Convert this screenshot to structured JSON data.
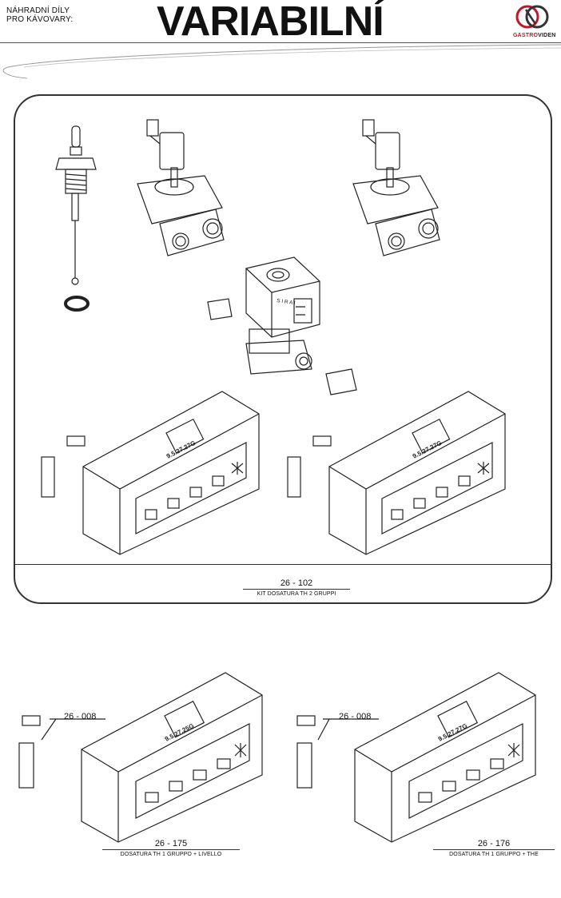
{
  "header": {
    "subtitle_line1": "NÁHRADNÍ DÍLY",
    "subtitle_line2": "PRO KÁVOVARY:",
    "title": "VARIABILNÍ",
    "logo_text_red": "GASTRO",
    "logo_text_dark": "VIDEN"
  },
  "kit": {
    "code": "26 - 102",
    "description": "KIT DOSATURA TH 2 GRUPPI",
    "valve_brand": "S I R A I",
    "board_label": "9.5.27.27G"
  },
  "single_units": [
    {
      "code": "26 - 175",
      "description": "DOSATURA TH 1 GRUPPO + LIVELLO",
      "connector_code": "26 - 008",
      "board_label": "9.5.27.25G"
    },
    {
      "code": "26 - 176",
      "description": "DOSATURA TH 1 GRUPPO + THE",
      "connector_code": "26 - 008",
      "board_label": "9.5.27.27G"
    }
  ]
}
